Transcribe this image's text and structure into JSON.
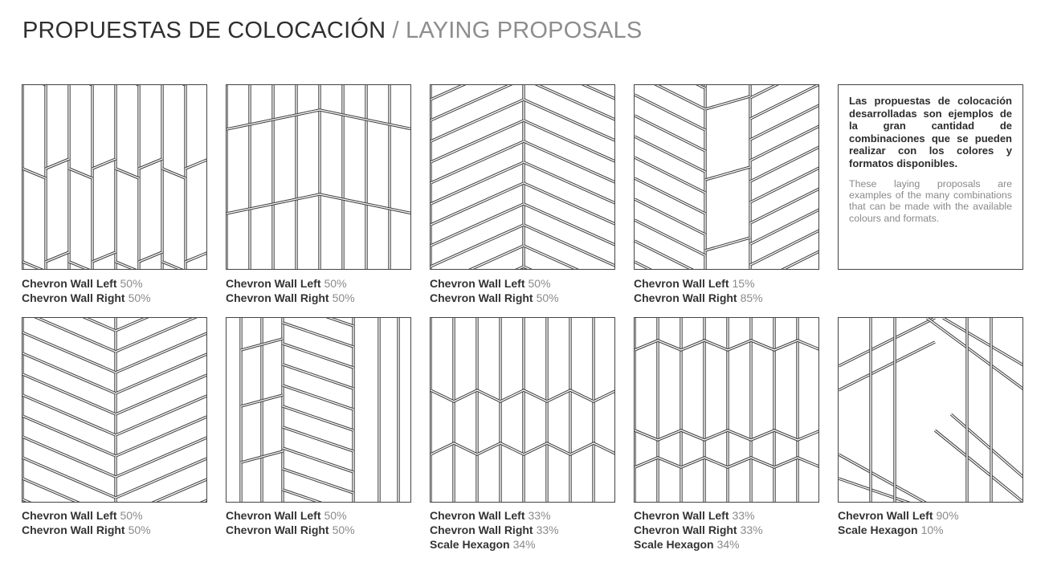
{
  "header": {
    "title_es": "PROPUESTAS DE COLOCACIÓN",
    "separator": "/",
    "title_en": "LAYING PROPOSALS"
  },
  "info": {
    "text_es": "Las propuestas de colocación desarrolladas son ejemplos de la gran cantidad de combinaciones que se pueden realizar con los colores y formatos disponibles.",
    "text_en": "These laying proposals are examples of the many combinations that can be made with the available colours and formats."
  },
  "proposals": [
    {
      "id": 1,
      "pattern": "chevron-vertical-pointed",
      "lines": [
        {
          "name": "Chevron Wall Left",
          "pct": "50%"
        },
        {
          "name": "Chevron Wall Right",
          "pct": "50%"
        }
      ]
    },
    {
      "id": 2,
      "pattern": "chevron-vertical-zigzag",
      "lines": [
        {
          "name": "Chevron Wall Left",
          "pct": "50%"
        },
        {
          "name": "Chevron Wall Right",
          "pct": "50%"
        }
      ]
    },
    {
      "id": 3,
      "pattern": "herringbone-rows",
      "lines": [
        {
          "name": "Chevron Wall Left",
          "pct": "50%"
        },
        {
          "name": "Chevron Wall Right",
          "pct": "50%"
        }
      ]
    },
    {
      "id": 4,
      "pattern": "herringbone-mixed",
      "lines": [
        {
          "name": "Chevron Wall Left",
          "pct": "15%"
        },
        {
          "name": "Chevron Wall Right",
          "pct": "85%"
        }
      ]
    },
    {
      "id": 5,
      "pattern": "herringbone-diagonal-stack",
      "lines": [
        {
          "name": "Chevron Wall Left",
          "pct": "50%"
        },
        {
          "name": "Chevron Wall Right",
          "pct": "50%"
        }
      ]
    },
    {
      "id": 6,
      "pattern": "herringbone-columns",
      "lines": [
        {
          "name": "Chevron Wall Left",
          "pct": "50%"
        },
        {
          "name": "Chevron Wall Right",
          "pct": "50%"
        }
      ]
    },
    {
      "id": 7,
      "pattern": "chevron-with-hexagon",
      "lines": [
        {
          "name": "Chevron Wall Left",
          "pct": "33%"
        },
        {
          "name": "Chevron Wall Right",
          "pct": "33%"
        },
        {
          "name": "Scale Hexagon",
          "pct": "34%"
        }
      ]
    },
    {
      "id": 8,
      "pattern": "chevron-with-hexagon-band",
      "lines": [
        {
          "name": "Chevron Wall Left",
          "pct": "33%"
        },
        {
          "name": "Chevron Wall Right",
          "pct": "33%"
        },
        {
          "name": "Scale Hexagon",
          "pct": "34%"
        }
      ]
    },
    {
      "id": 9,
      "pattern": "woven-star",
      "lines": [
        {
          "name": "Chevron Wall Left",
          "pct": "90%"
        },
        {
          "name": "Scale Hexagon",
          "pct": "10%"
        }
      ]
    }
  ]
}
